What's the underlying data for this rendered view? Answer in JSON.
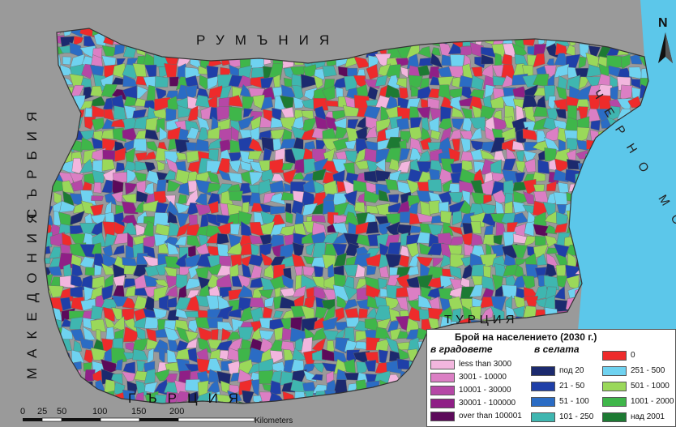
{
  "labels": {
    "romania": "РУМЪНИЯ",
    "serbia": "СЪРБИЯ",
    "macedonia": "МАКЕДОНИЯ",
    "greece": "ГЪРЦИЯ",
    "turkey": "ТУРЦИЯ",
    "black_sea": "ЧЕРНО МОРЕ"
  },
  "north_arrow": "N",
  "scale_bar": {
    "ticks": [
      "0",
      "25",
      "50",
      "100",
      "150",
      "200"
    ],
    "unit": "Kilometers"
  },
  "legend": {
    "title": "Брой на населението (2030 г.)",
    "cities_heading": "в градовете",
    "villages_heading": "в селата",
    "cities": [
      {
        "label": "less than 3000",
        "color": "#f2b6de"
      },
      {
        "label": "3001 - 10000",
        "color": "#db7fc4"
      },
      {
        "label": "10001 - 30000",
        "color": "#b548a6"
      },
      {
        "label": "30001 - 100000",
        "color": "#8f1f86"
      },
      {
        "label": "over than 100001",
        "color": "#5c0a5a"
      }
    ],
    "villages_a": [
      {
        "label": "под 20",
        "color": "#1c2a6e"
      },
      {
        "label": "21 - 50",
        "color": "#1f3fa8"
      },
      {
        "label": "51 - 100",
        "color": "#2b6cc4"
      },
      {
        "label": "101 - 250",
        "color": "#3fb6b0"
      }
    ],
    "villages_b": [
      {
        "label": "0",
        "color": "#ee2b2b"
      },
      {
        "label": "251 - 500",
        "color": "#6fd2f0"
      },
      {
        "label": "501 - 1000",
        "color": "#9ad85a"
      },
      {
        "label": "1001 - 2000",
        "color": "#3fb64a"
      },
      {
        "label": "над 2001",
        "color": "#1d7a33"
      }
    ]
  },
  "colors": {
    "background": "#9a9a9a",
    "sea": "#5cc7ea"
  }
}
